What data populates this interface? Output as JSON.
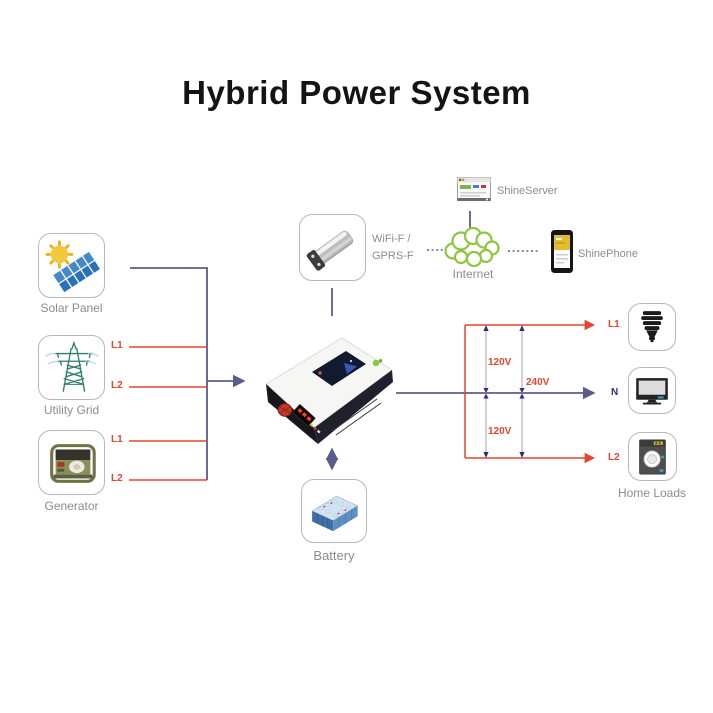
{
  "title": "Hybrid Power System",
  "colors": {
    "wire_navy": "#5b5b8c",
    "line_hot": "#e0472e",
    "neutral_text": "#2f2f78",
    "label_gray": "#8c8c8c",
    "cloud_green": "#8dc63f"
  },
  "sources": {
    "solar": {
      "label": "Solar Panel"
    },
    "utility": {
      "label": "Utility Grid",
      "l1": "L1",
      "l2": "L2"
    },
    "generator": {
      "label": "Generator",
      "l1": "L1",
      "l2": "L2"
    }
  },
  "monitoring": {
    "wifi_line1": "WiFi-F /",
    "wifi_line2": "GPRS-F",
    "server_label": "ShineServer",
    "internet_label": "Internet",
    "phone_label": "ShinePhone"
  },
  "battery": {
    "label": "Battery"
  },
  "loads": {
    "label": "Home Loads"
  },
  "output": {
    "l1": "L1",
    "n": "N",
    "l2": "L2",
    "v_l1_n": "120V",
    "v_n_l2": "120V",
    "v_l1_l2": "240V"
  }
}
